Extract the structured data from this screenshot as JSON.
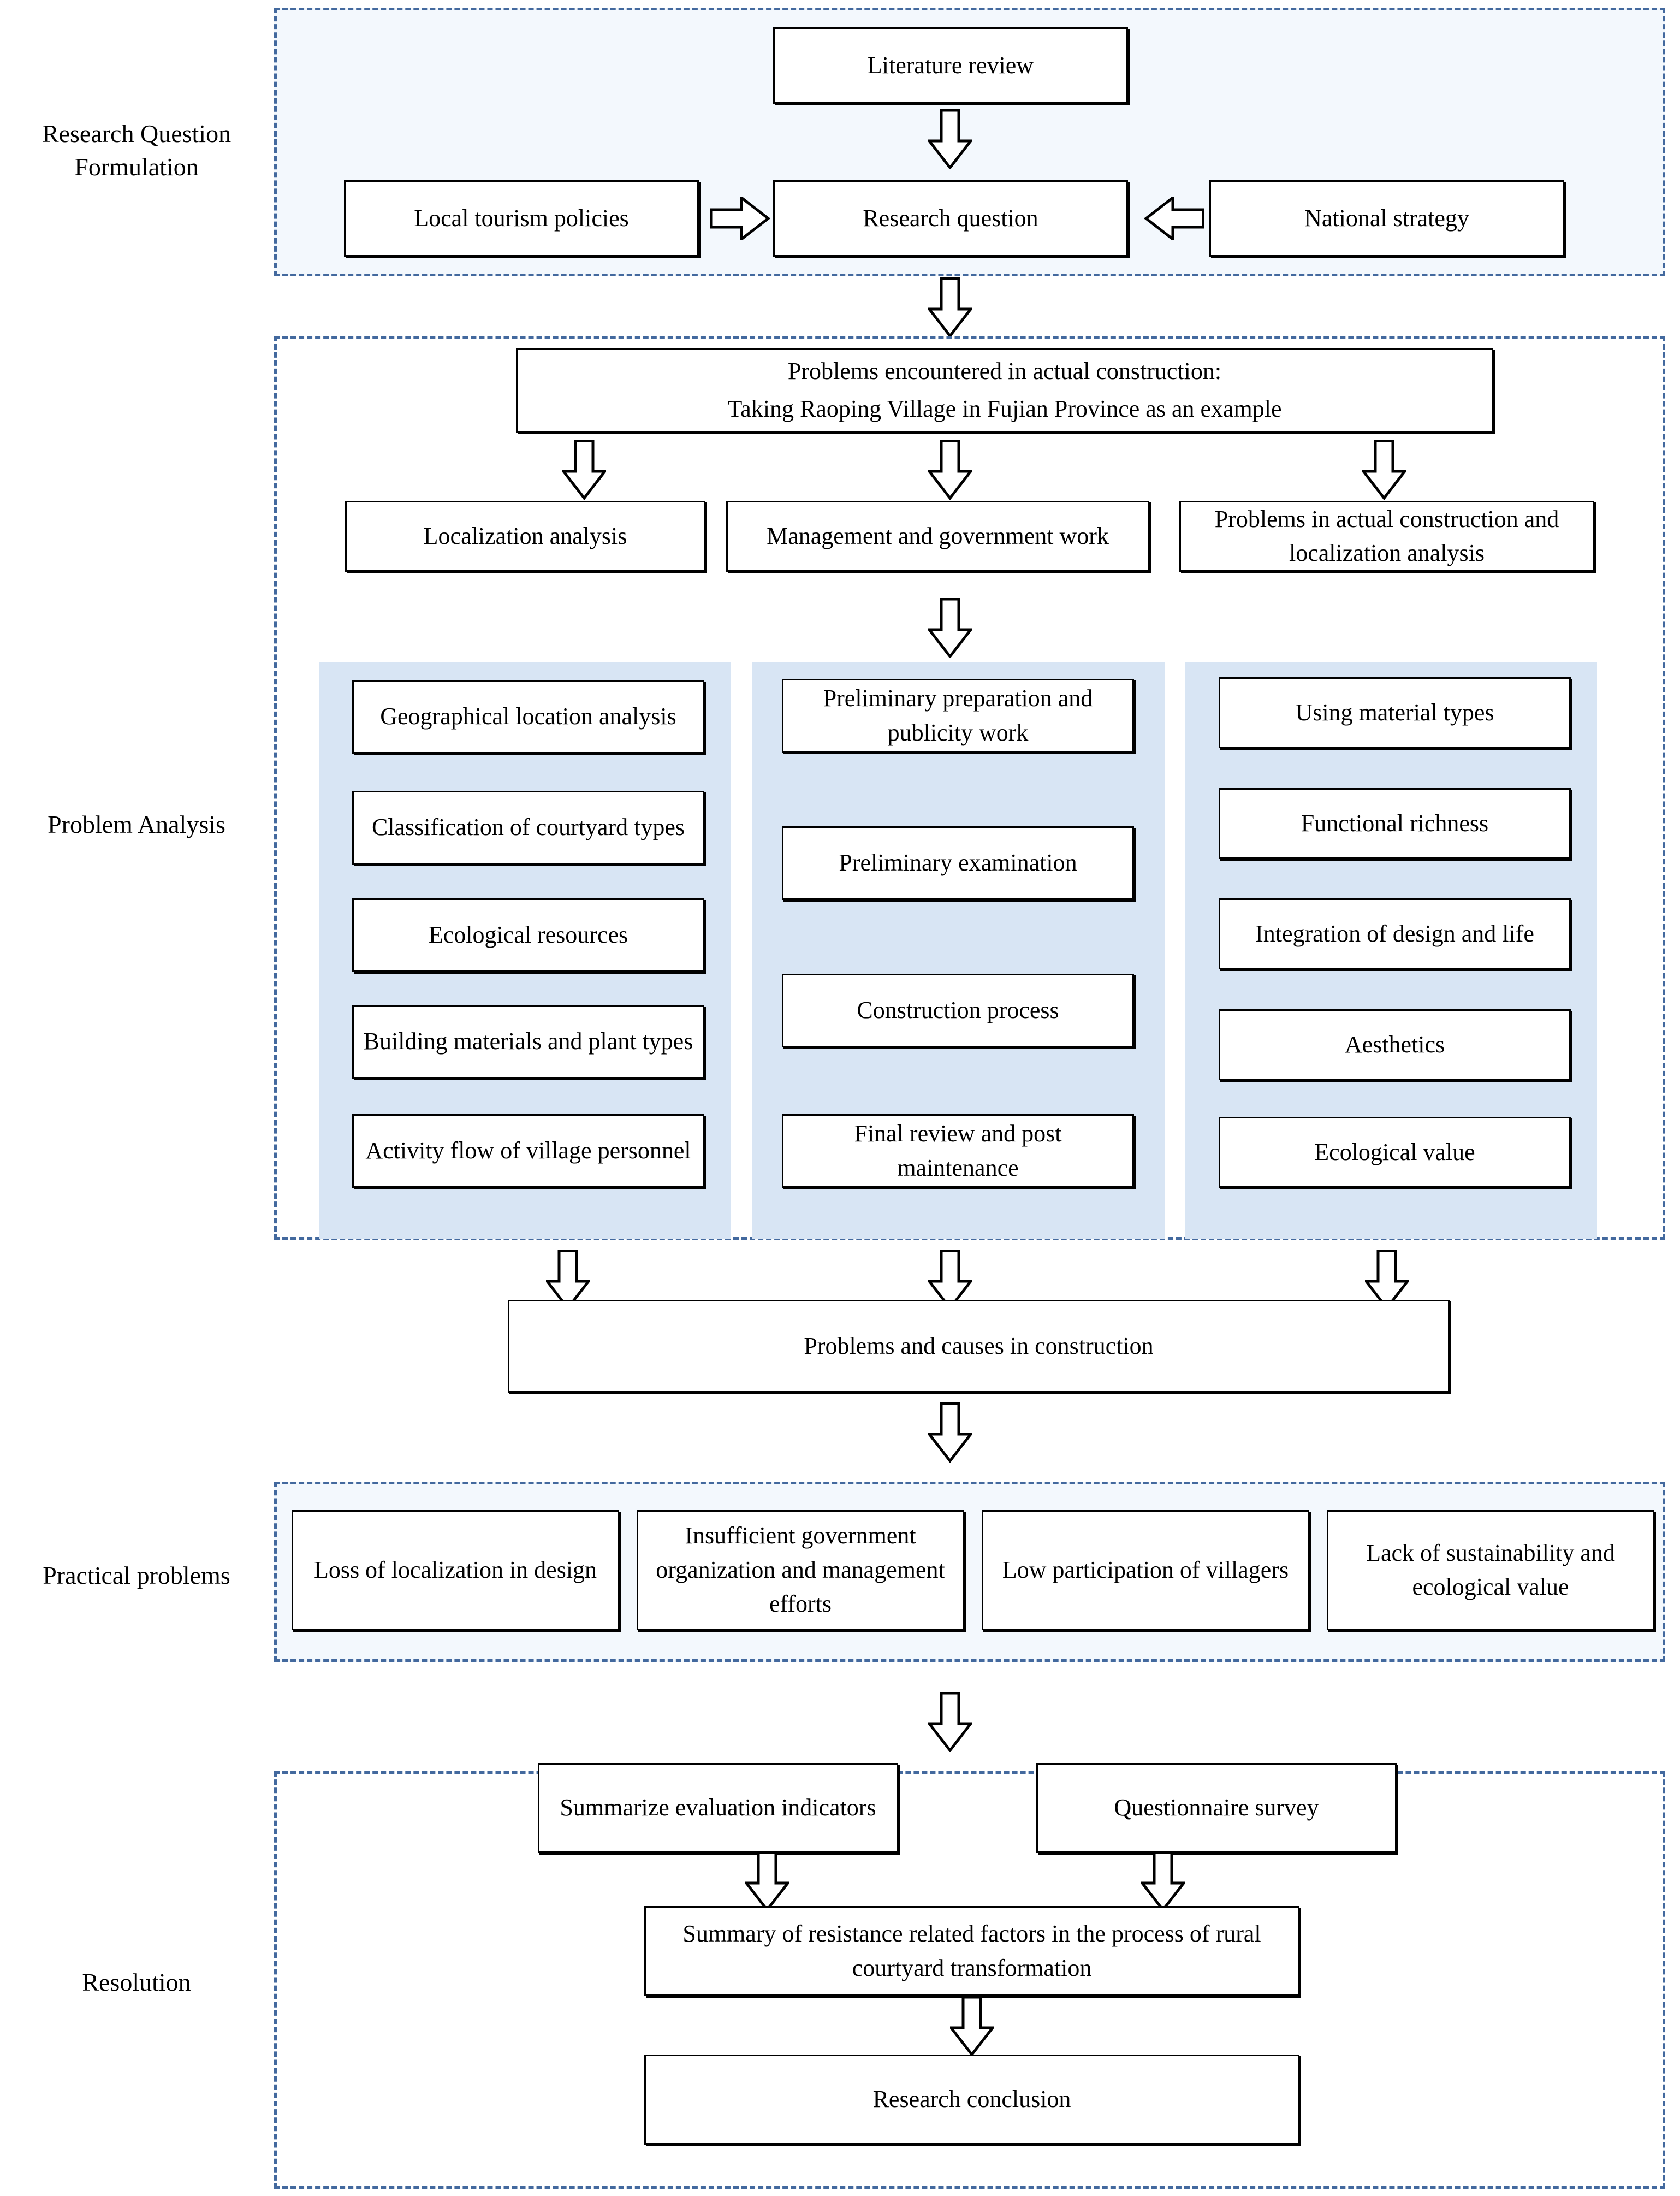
{
  "diagram": {
    "title": "Research framework flowchart",
    "accent_dashed_border": "#43699E",
    "stage_fill": "#F3F8FD",
    "panel_fill": "#D8E5F4",
    "node_border": "#000000"
  },
  "stages": [
    {
      "id": "research-question-formulation",
      "label_line1": "Research Question",
      "label_line2": "Formulation"
    },
    {
      "id": "problem-analysis",
      "label_line1": "Problem Analysis",
      "label_line2": ""
    },
    {
      "id": "practical-problems",
      "label_line1": "Practical problems",
      "label_line2": ""
    },
    {
      "id": "resolution",
      "label_line1": "Resolution",
      "label_line2": ""
    }
  ],
  "nodes": {
    "literature_review": "Literature review",
    "local_tourism_policies": "Local tourism policies",
    "research_question": "Research question",
    "national_strategy": "National strategy",
    "problems_encountered_line1": "Problems encountered in actual construction:",
    "problems_encountered_line2": "Taking Raoping Village in Fujian Province as an example",
    "localization_analysis": "Localization analysis",
    "management_and_government_work": "Management and government work",
    "problems_in_actual_construction": "Problems in actual construction and localization analysis",
    "problems_and_causes": "Problems and causes in construction",
    "summarize_evaluation_indicators": "Summarize evaluation indicators",
    "questionnaire_survey": "Questionnaire survey",
    "summary_of_resistance_factors": "Summary of resistance related factors in the process of rural courtyard transformation",
    "research_conclusion": "Research conclusion"
  },
  "columns": [
    {
      "id": "localization-column",
      "items": [
        "Geographical location analysis",
        "Classification of courtyard types",
        "Ecological resources",
        "Building materials and plant types",
        "Activity flow of village personnel"
      ]
    },
    {
      "id": "management-column",
      "items": [
        "Preliminary preparation and publicity work",
        "Preliminary examination",
        "Construction process",
        "Final review and post maintenance"
      ]
    },
    {
      "id": "construction-column",
      "items": [
        "Using material types",
        "Functional richness",
        "Integration of design and life",
        "Aesthetics",
        "Ecological value"
      ]
    }
  ],
  "practical_problems": [
    "Loss of localization in design",
    "Insufficient government organization and management efforts",
    "Low participation of villagers",
    "Lack of sustainability and ecological value"
  ]
}
